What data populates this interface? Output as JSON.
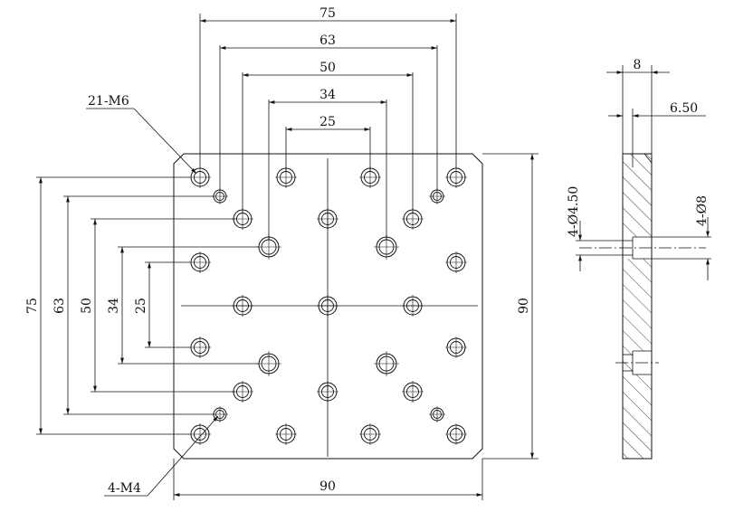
{
  "labels": {
    "top_75": "75",
    "top_63": "63",
    "top_50": "50",
    "top_34": "34",
    "top_25": "25",
    "left_75": "75",
    "left_63": "63",
    "left_50": "50",
    "left_34": "34",
    "left_25": "25",
    "right_90": "90",
    "bottom_90": "90",
    "callout_m6": "21-M6",
    "callout_m4": "4-M4",
    "side_8": "8",
    "side_650": "6.50",
    "side_hole_450": "4-Ø4.50",
    "side_hole_8": "4-Ø8"
  }
}
